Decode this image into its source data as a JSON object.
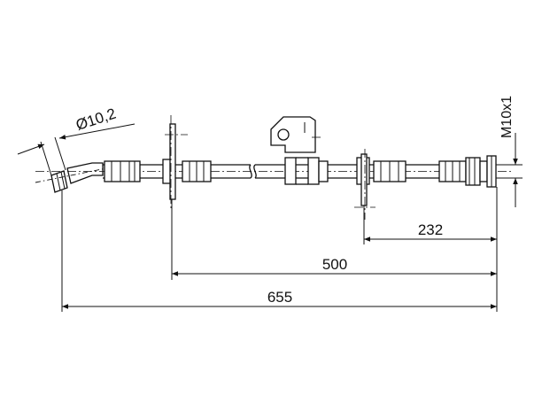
{
  "dimensions": {
    "diameter_label": "Ø10,2",
    "thread_label": "M10x1",
    "dim_232": "232",
    "dim_500": "500",
    "dim_655": "655"
  }
}
